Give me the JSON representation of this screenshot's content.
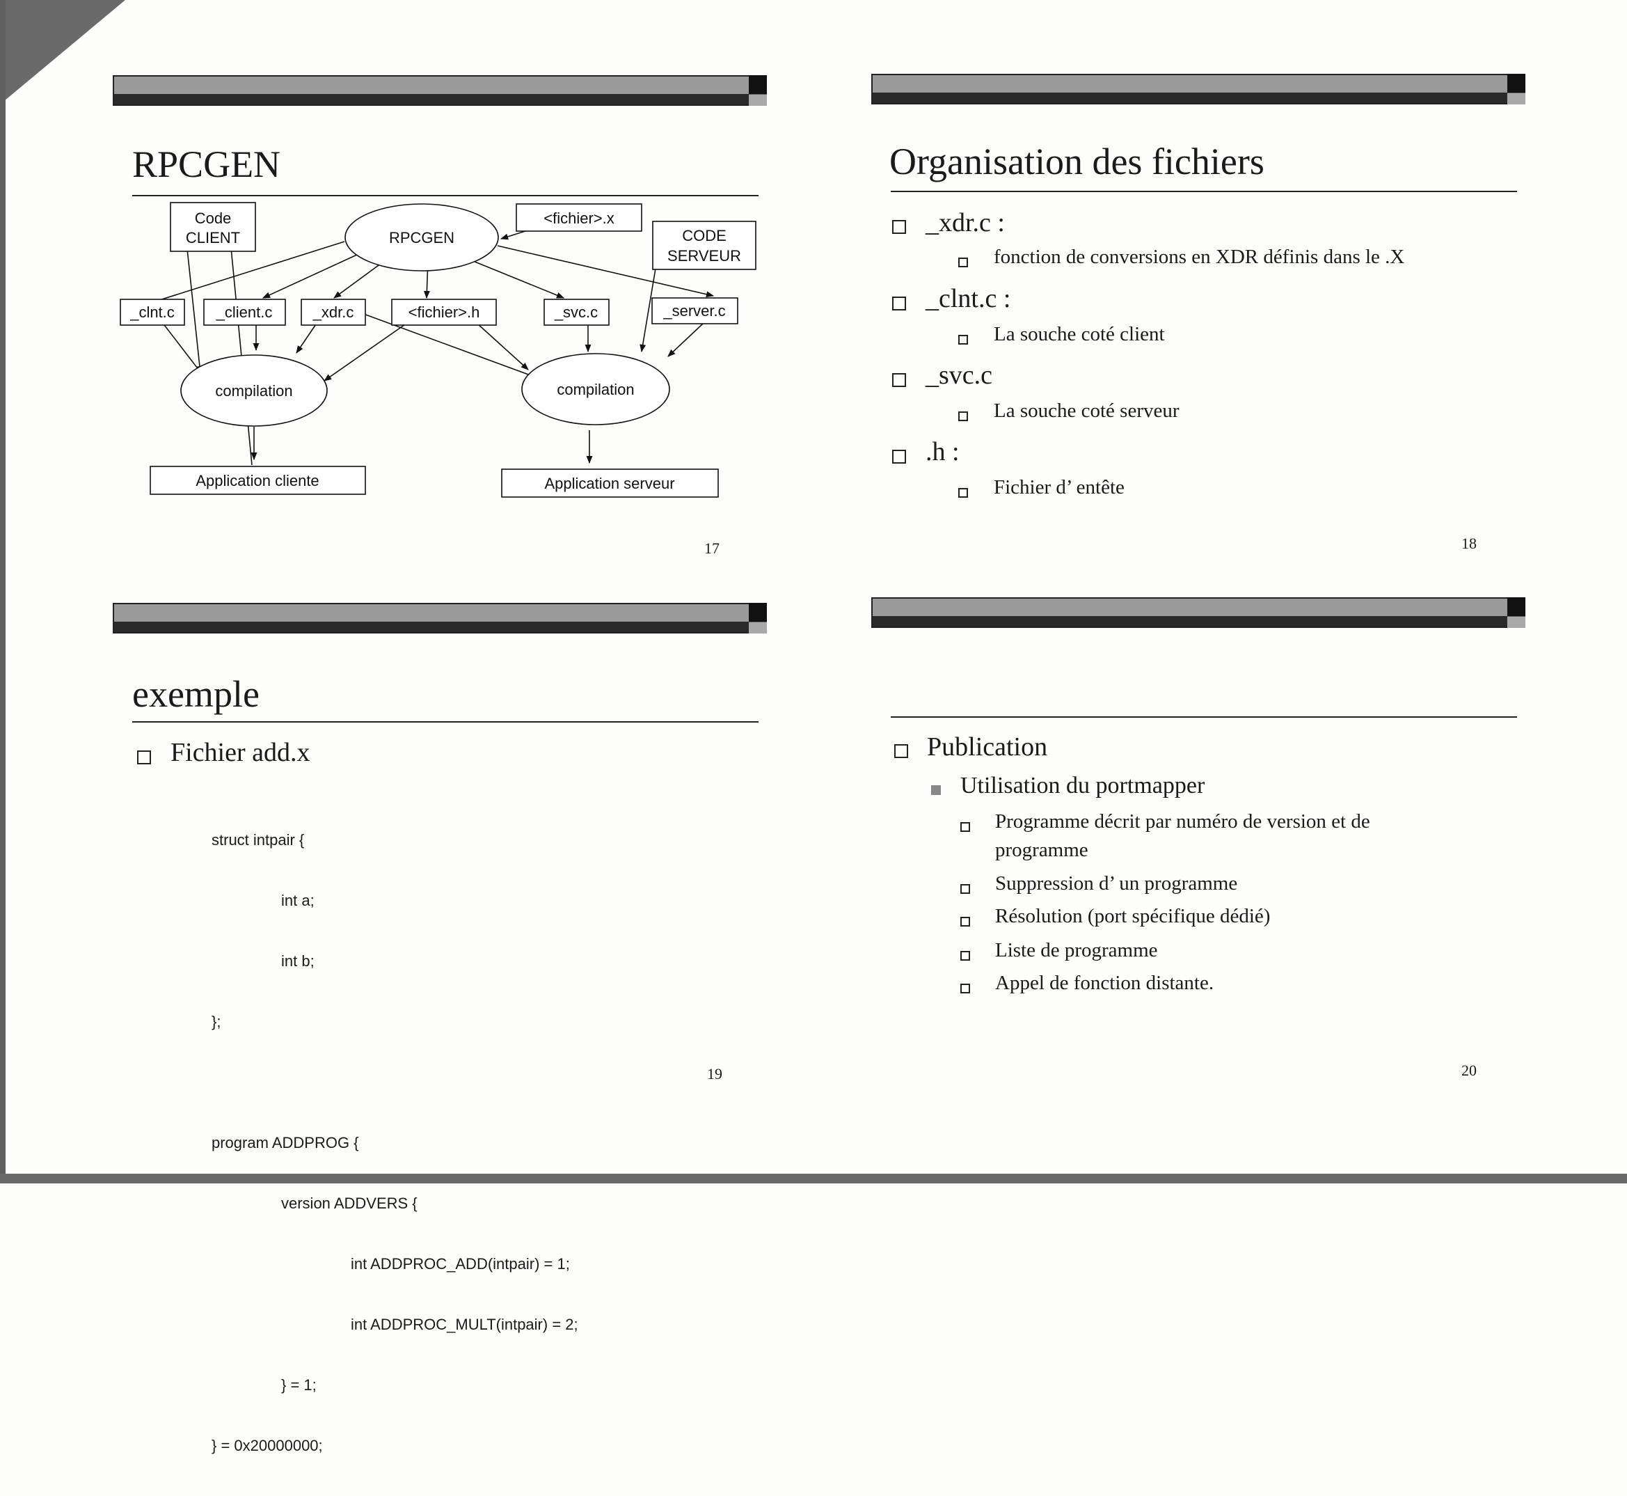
{
  "slide17": {
    "title": "RPCGEN",
    "page": "17",
    "nodes": {
      "code_client": [
        "Code",
        "CLIENT"
      ],
      "rpcgen": "RPCGEN",
      "fichier_x": "<fichier>.x",
      "code_serveur": [
        "CODE",
        "SERVEUR"
      ],
      "clnt_c": "_clnt.c",
      "client_c": "_client.c",
      "xdr_c": "_xdr.c",
      "fichier_h": "<fichier>.h",
      "svc_c": "_svc.c",
      "server_c": "_server.c",
      "compilation_left": "compilation",
      "compilation_right": "compilation",
      "app_cliente": "Application cliente",
      "app_serveur": "Application serveur"
    }
  },
  "slide18": {
    "title": "Organisation des fichiers",
    "page": "18",
    "items": [
      {
        "label": "_xdr.c :",
        "sub": "fonction de conversions en XDR définis dans le .X"
      },
      {
        "label": "_clnt.c :",
        "sub": "La souche coté client"
      },
      {
        "label": "_svc.c",
        "sub": "La souche coté serveur"
      },
      {
        "label": ".h :",
        "sub": "Fichier d’ entête"
      }
    ]
  },
  "slide19": {
    "title": "exemple",
    "page": "19",
    "bullet": "Fichier add.x",
    "code": [
      "struct intpair {",
      "int a;",
      "int b;",
      "};",
      "",
      "program ADDPROG {",
      "version ADDVERS {",
      "int ADDPROC_ADD(intpair) = 1;",
      "int ADDPROC_MULT(intpair) = 2;",
      "} = 1;",
      "} = 0x20000000;"
    ]
  },
  "slide20": {
    "page": "20",
    "bullet": "Publication",
    "sub": "Utilisation du portmapper",
    "items": [
      "Programme décrit par numéro de version et de programme",
      "Suppression d’ un programme",
      "Résolution (port spécifique dédié)",
      "Liste de programme",
      "Appel de fonction distante."
    ]
  }
}
